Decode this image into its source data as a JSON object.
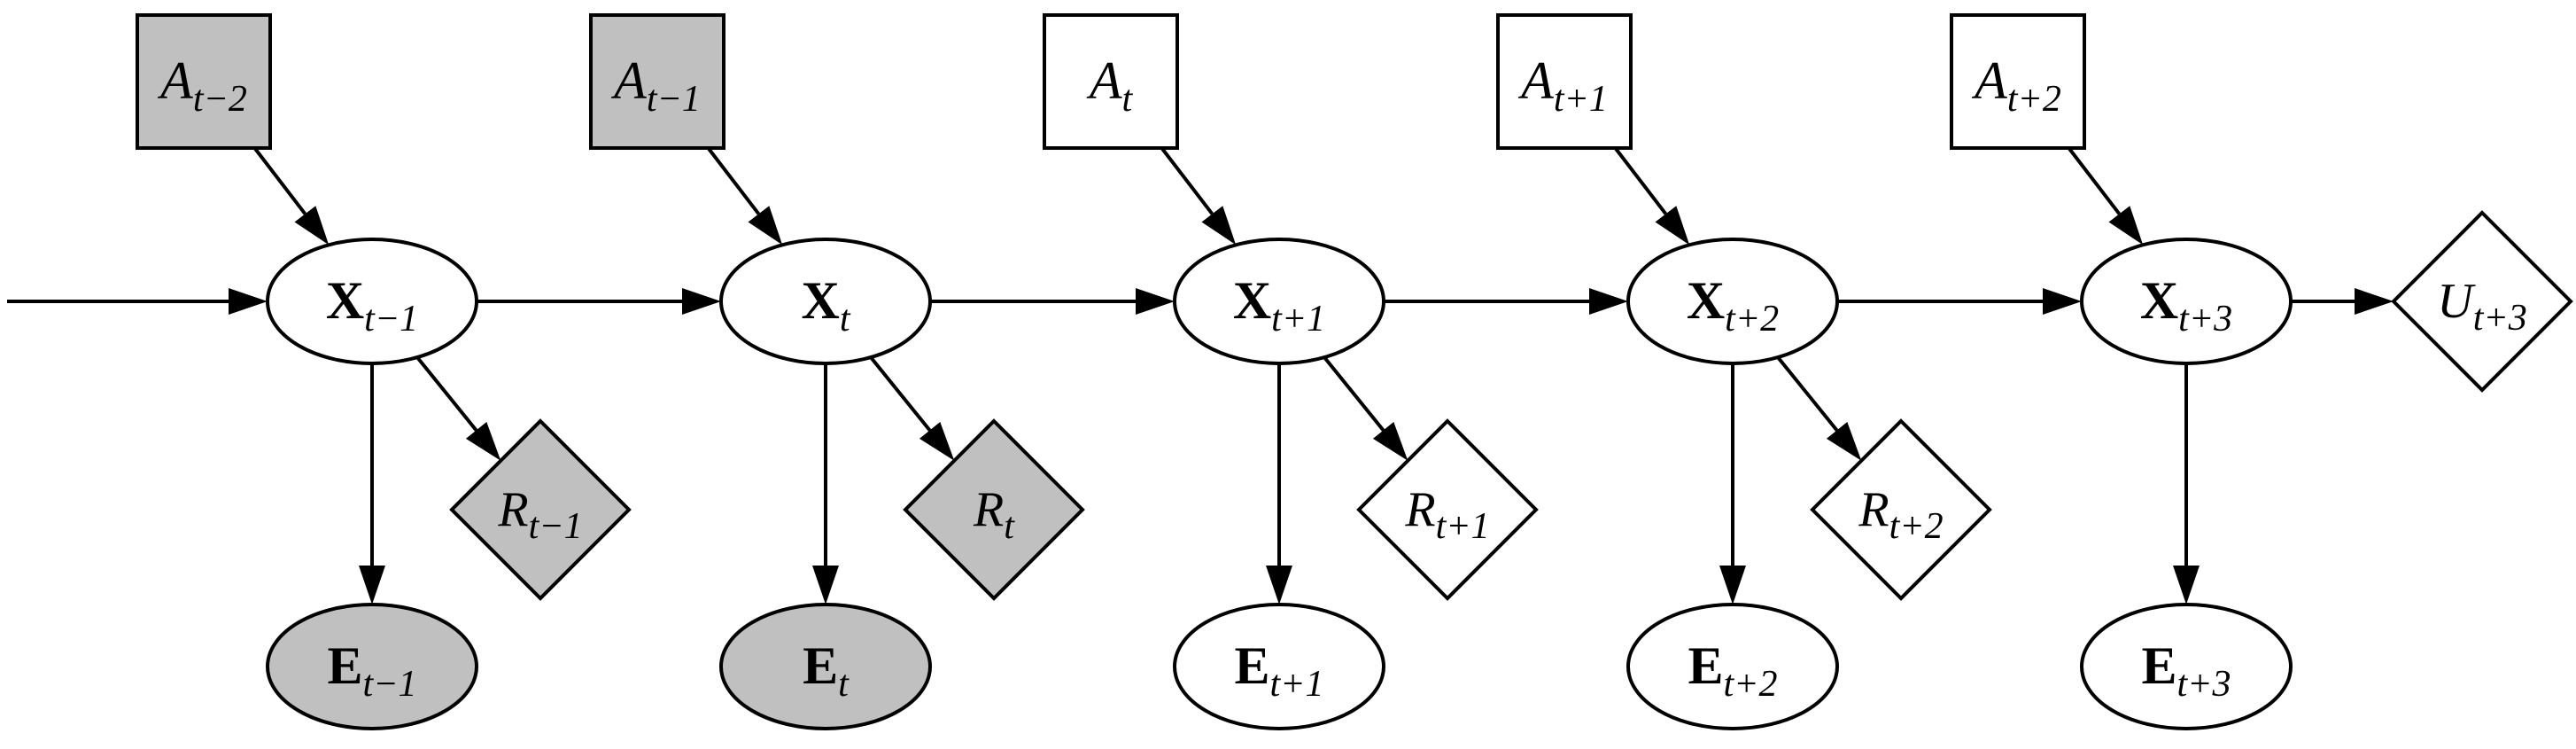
{
  "colors": {
    "stroke": "#000000",
    "observed_fill": "#c0c0c0",
    "unobserved_fill": "#ffffff"
  },
  "nodes": [
    {
      "id": "A_t-2",
      "kind": "action",
      "base": "A",
      "sub": "t−2",
      "bold": false,
      "observed": true
    },
    {
      "id": "A_t-1",
      "kind": "action",
      "base": "A",
      "sub": "t−1",
      "bold": false,
      "observed": true
    },
    {
      "id": "A_t",
      "kind": "action",
      "base": "A",
      "sub": "t",
      "bold": false,
      "observed": false
    },
    {
      "id": "A_t+1",
      "kind": "action",
      "base": "A",
      "sub": "t+1",
      "bold": false,
      "observed": false
    },
    {
      "id": "A_t+2",
      "kind": "action",
      "base": "A",
      "sub": "t+2",
      "bold": false,
      "observed": false
    },
    {
      "id": "X_t-1",
      "kind": "state",
      "base": "X",
      "sub": "t−1",
      "bold": true,
      "observed": false
    },
    {
      "id": "X_t",
      "kind": "state",
      "base": "X",
      "sub": "t",
      "bold": true,
      "observed": false
    },
    {
      "id": "X_t+1",
      "kind": "state",
      "base": "X",
      "sub": "t+1",
      "bold": true,
      "observed": false
    },
    {
      "id": "X_t+2",
      "kind": "state",
      "base": "X",
      "sub": "t+2",
      "bold": true,
      "observed": false
    },
    {
      "id": "X_t+3",
      "kind": "state",
      "base": "X",
      "sub": "t+3",
      "bold": true,
      "observed": false
    },
    {
      "id": "R_t-1",
      "kind": "reward",
      "base": "R",
      "sub": "t−1",
      "bold": false,
      "observed": true
    },
    {
      "id": "R_t",
      "kind": "reward",
      "base": "R",
      "sub": "t",
      "bold": false,
      "observed": true
    },
    {
      "id": "R_t+1",
      "kind": "reward",
      "base": "R",
      "sub": "t+1",
      "bold": false,
      "observed": false
    },
    {
      "id": "R_t+2",
      "kind": "reward",
      "base": "R",
      "sub": "t+2",
      "bold": false,
      "observed": false
    },
    {
      "id": "U_t+3",
      "kind": "utility",
      "base": "U",
      "sub": "t+3",
      "bold": false,
      "observed": false
    },
    {
      "id": "E_t-1",
      "kind": "evidence",
      "base": "E",
      "sub": "t−1",
      "bold": true,
      "observed": true
    },
    {
      "id": "E_t",
      "kind": "evidence",
      "base": "E",
      "sub": "t",
      "bold": true,
      "observed": true
    },
    {
      "id": "E_t+1",
      "kind": "evidence",
      "base": "E",
      "sub": "t+1",
      "bold": true,
      "observed": false
    },
    {
      "id": "E_t+2",
      "kind": "evidence",
      "base": "E",
      "sub": "t+2",
      "bold": true,
      "observed": false
    },
    {
      "id": "E_t+3",
      "kind": "evidence",
      "base": "E",
      "sub": "t+3",
      "bold": true,
      "observed": false
    }
  ],
  "edges": [
    {
      "from": "incoming",
      "to": "X_t-1"
    },
    {
      "from": "X_t-1",
      "to": "X_t"
    },
    {
      "from": "X_t",
      "to": "X_t+1"
    },
    {
      "from": "X_t+1",
      "to": "X_t+2"
    },
    {
      "from": "X_t+2",
      "to": "X_t+3"
    },
    {
      "from": "X_t+3",
      "to": "U_t+3"
    },
    {
      "from": "A_t-2",
      "to": "X_t-1"
    },
    {
      "from": "A_t-1",
      "to": "X_t"
    },
    {
      "from": "A_t",
      "to": "X_t+1"
    },
    {
      "from": "A_t+1",
      "to": "X_t+2"
    },
    {
      "from": "A_t+2",
      "to": "X_t+3"
    },
    {
      "from": "X_t-1",
      "to": "R_t-1"
    },
    {
      "from": "X_t",
      "to": "R_t"
    },
    {
      "from": "X_t+1",
      "to": "R_t+1"
    },
    {
      "from": "X_t+2",
      "to": "R_t+2"
    },
    {
      "from": "X_t-1",
      "to": "E_t-1"
    },
    {
      "from": "X_t",
      "to": "E_t"
    },
    {
      "from": "X_t+1",
      "to": "E_t+1"
    },
    {
      "from": "X_t+2",
      "to": "E_t+2"
    },
    {
      "from": "X_t+3",
      "to": "E_t+3"
    }
  ]
}
